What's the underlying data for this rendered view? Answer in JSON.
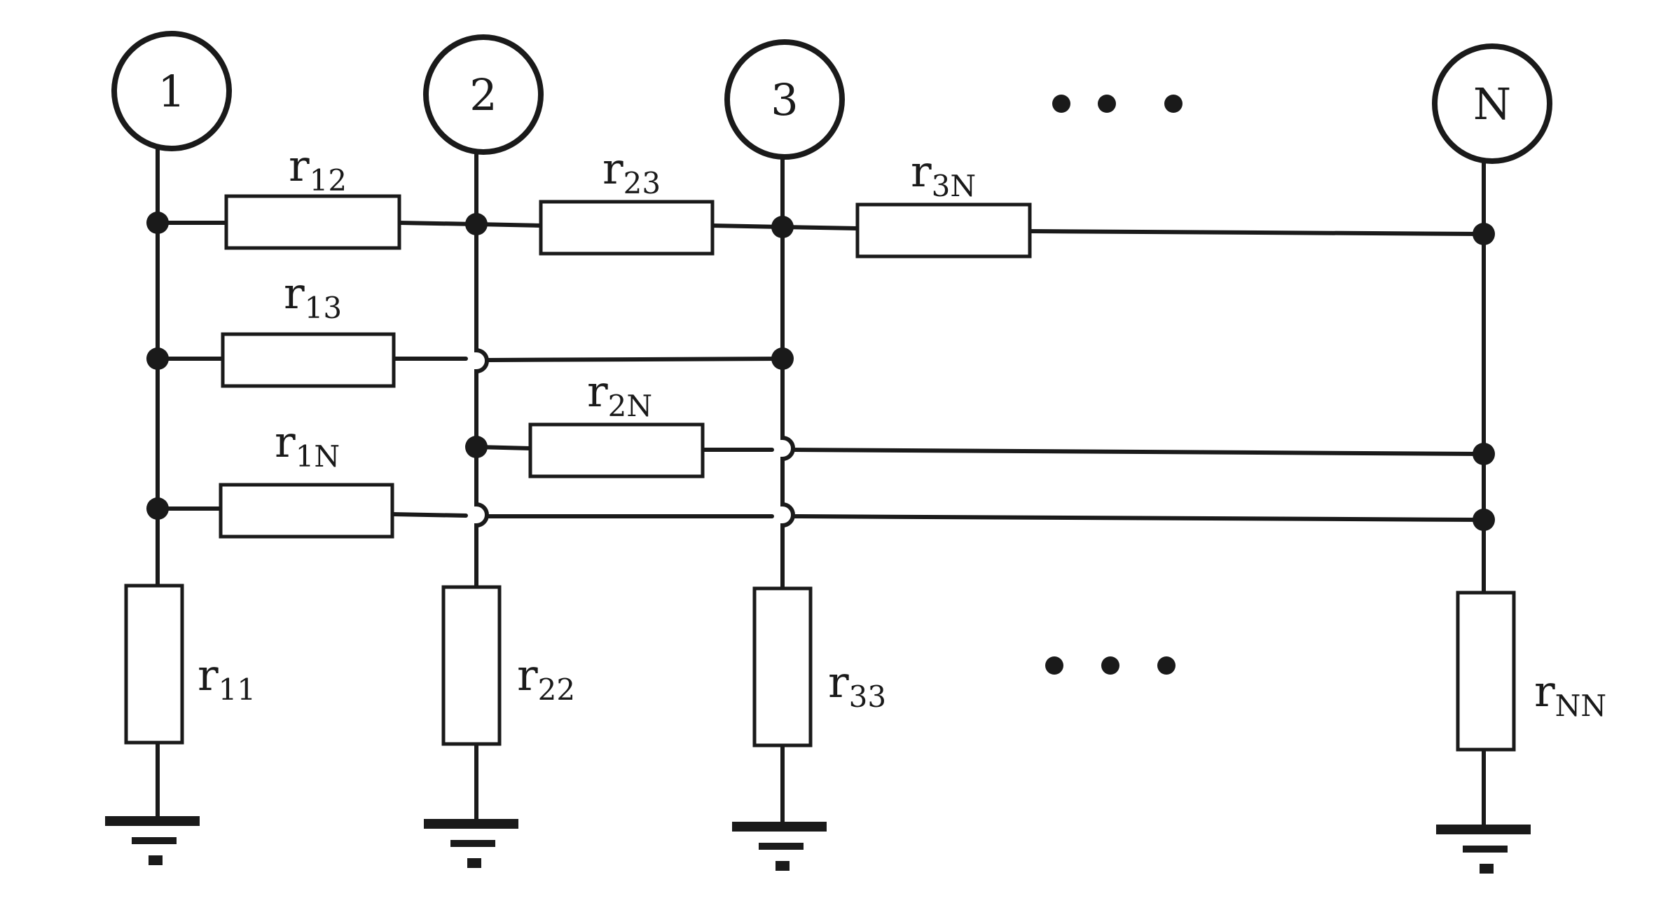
{
  "diagram": {
    "nodes": [
      {
        "id": "1",
        "label": "1"
      },
      {
        "id": "2",
        "label": "2"
      },
      {
        "id": "3",
        "label": "3"
      },
      {
        "id": "N",
        "label": "N"
      }
    ],
    "mutual_resistors": [
      {
        "id": "r12",
        "base": "r",
        "sub": "12",
        "from": "1",
        "to": "2"
      },
      {
        "id": "r23",
        "base": "r",
        "sub": "23",
        "from": "2",
        "to": "3"
      },
      {
        "id": "r3N",
        "base": "r",
        "sub": "3N",
        "from": "3",
        "to": "N"
      },
      {
        "id": "r13",
        "base": "r",
        "sub": "13",
        "from": "1",
        "to": "3"
      },
      {
        "id": "r2N",
        "base": "r",
        "sub": "2N",
        "from": "2",
        "to": "N"
      },
      {
        "id": "r1N",
        "base": "r",
        "sub": "1N",
        "from": "1",
        "to": "N"
      }
    ],
    "ground_resistors": [
      {
        "id": "r11",
        "base": "r",
        "sub": "11",
        "node": "1"
      },
      {
        "id": "r22",
        "base": "r",
        "sub": "22",
        "node": "2"
      },
      {
        "id": "r33",
        "base": "r",
        "sub": "33",
        "node": "3"
      },
      {
        "id": "rNN",
        "base": "r",
        "sub": "NN",
        "node": "N",
        "color": "#6b4a1a"
      }
    ],
    "ellipsis_top": "• • •",
    "ellipsis_bottom": "• • •",
    "colors": {
      "ink": "#1a1a1a",
      "accent_label": "#6b4a1a"
    }
  }
}
